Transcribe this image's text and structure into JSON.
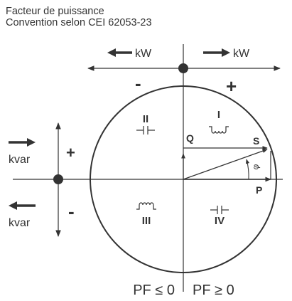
{
  "header": {
    "title": "Facteur de puissance",
    "subtitle": "Convention selon CEI 62053-23"
  },
  "axes": {
    "kw_left": "kW",
    "kw_right": "kW",
    "minus_top": "-",
    "plus_top": "+",
    "kvar_top": "kvar",
    "kvar_bottom": "kvar",
    "plus_left": "+",
    "minus_left": "-"
  },
  "quadrants": {
    "q1": "I",
    "q2": "II",
    "q3": "III",
    "q4": "IV"
  },
  "vector_labels": {
    "q": "Q",
    "s": "S",
    "p": "P",
    "phi": "φ"
  },
  "power_factor": {
    "left": "PF ≤ 0",
    "right": "PF ≥ 0"
  },
  "colors": {
    "stroke": "#333333",
    "text": "#222222"
  }
}
